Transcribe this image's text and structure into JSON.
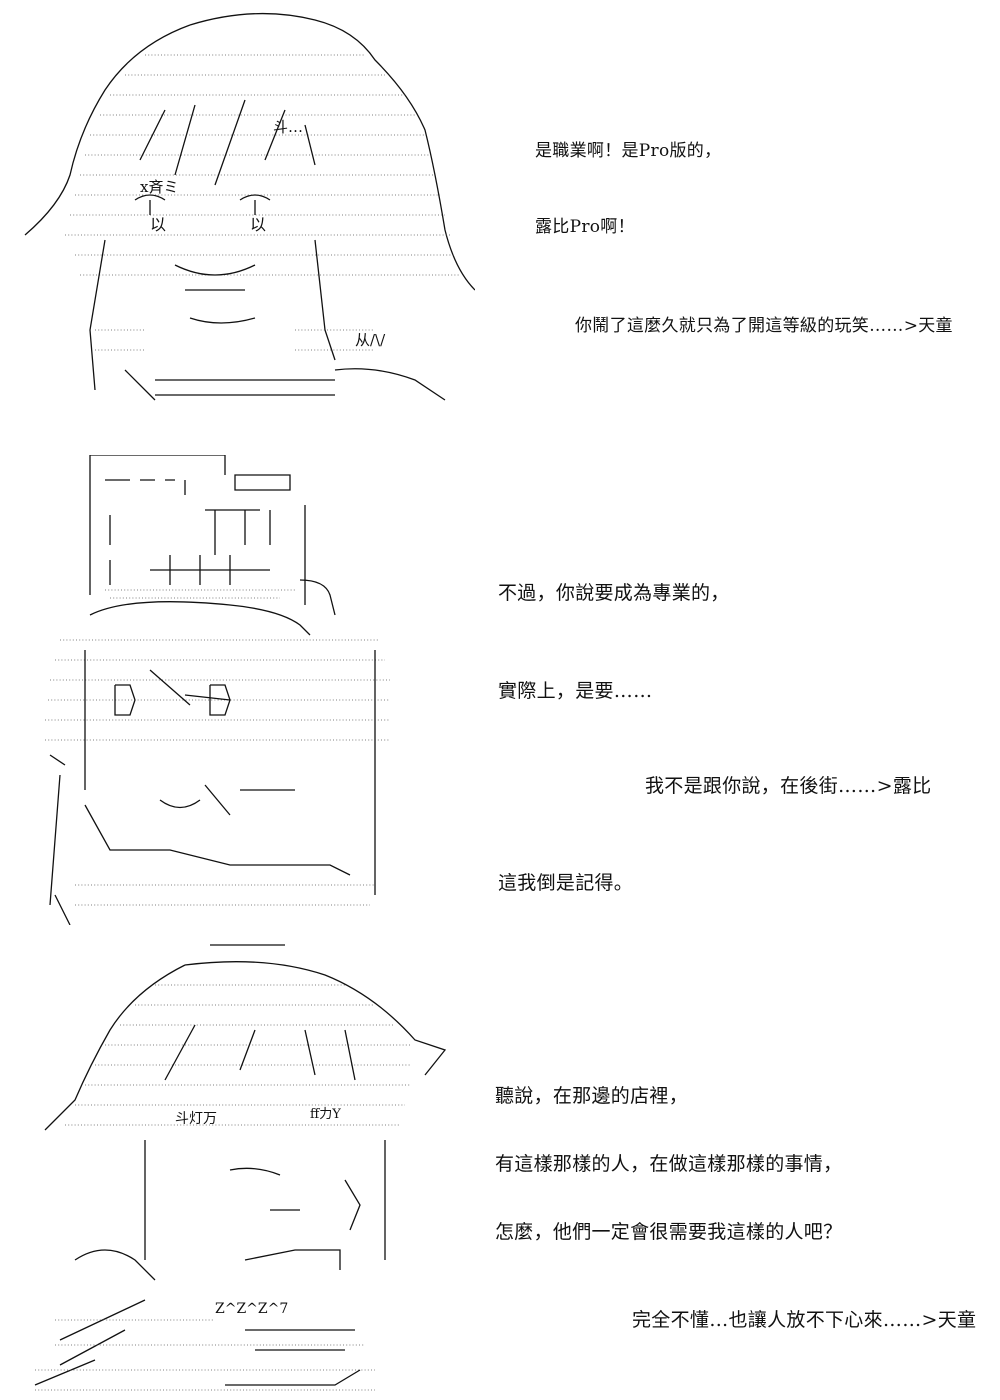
{
  "panels": [
    {
      "lines": [
        "是職業啊！是Pro版的，",
        "露比Pro啊！",
        "你鬧了這麼久就只為了開這等級的玩笑……>天童"
      ]
    },
    {
      "lines": [
        "不過，你說要成為專業的，",
        "實際上，是要……",
        "我不是跟你說，在後街……>露比",
        "這我倒是記得。"
      ]
    },
    {
      "lines": [
        "聽說，在那邊的店裡，",
        "有這樣那樣的人，在做這樣那樣的事情，",
        "怎麼，他們一定會很需要我這樣的人吧？",
        "完全不懂…也讓人放不下心來……>天童"
      ]
    }
  ],
  "art_labels": {
    "face_1": [
      "斗…",
      "x斉ミ",
      "以",
      "以",
      "从/\\/"
    ],
    "face_3": [
      "斗灯万",
      "ff力Y",
      "Z^Z^Z^7"
    ]
  }
}
